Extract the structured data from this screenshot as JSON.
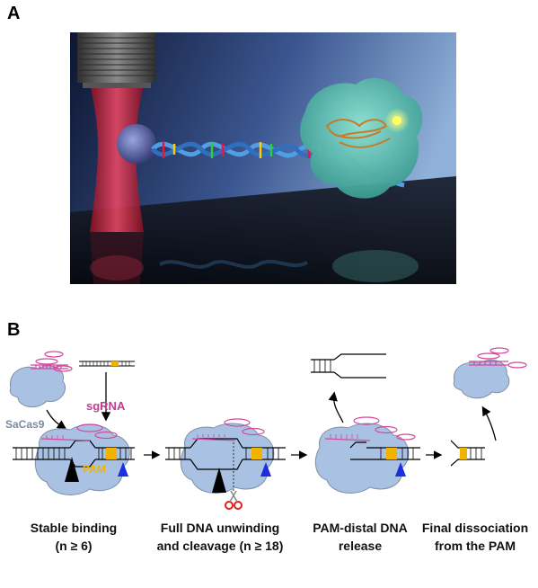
{
  "panel_a": {
    "letter": "A",
    "colors": {
      "bg_dark": "#0d1530",
      "bg_light": "#6f8fc0",
      "beam": "#e23a55",
      "protein": "#5fc9b8",
      "dna_blue": "#4f9fe6",
      "objective": "#5a5a5a"
    }
  },
  "panel_b": {
    "letter": "B",
    "labels": {
      "sgrna": "sgRNA",
      "protein": "SaCas9",
      "pam": "PAM"
    },
    "steps": [
      {
        "line1": "Stable binding",
        "line2": "(n ≥ 6)"
      },
      {
        "line1": "Full DNA unwinding",
        "line2": "and cleavage (n ≥ 18)"
      },
      {
        "line1": "PAM-distal DNA",
        "line2": "release"
      },
      {
        "line1": "Final dissociation",
        "line2": "from the PAM"
      }
    ],
    "colors": {
      "protein": "#a9c1e2",
      "protein_edge": "#7f8fa8",
      "rna": "#d4479e",
      "pam": "#f2b300",
      "blue_marker": "#1b2ee0",
      "black_marker": "#000000",
      "scissors": "#e0201a",
      "sgrna_label": "#c43b91",
      "protein_label": "#7a8aa0"
    }
  }
}
